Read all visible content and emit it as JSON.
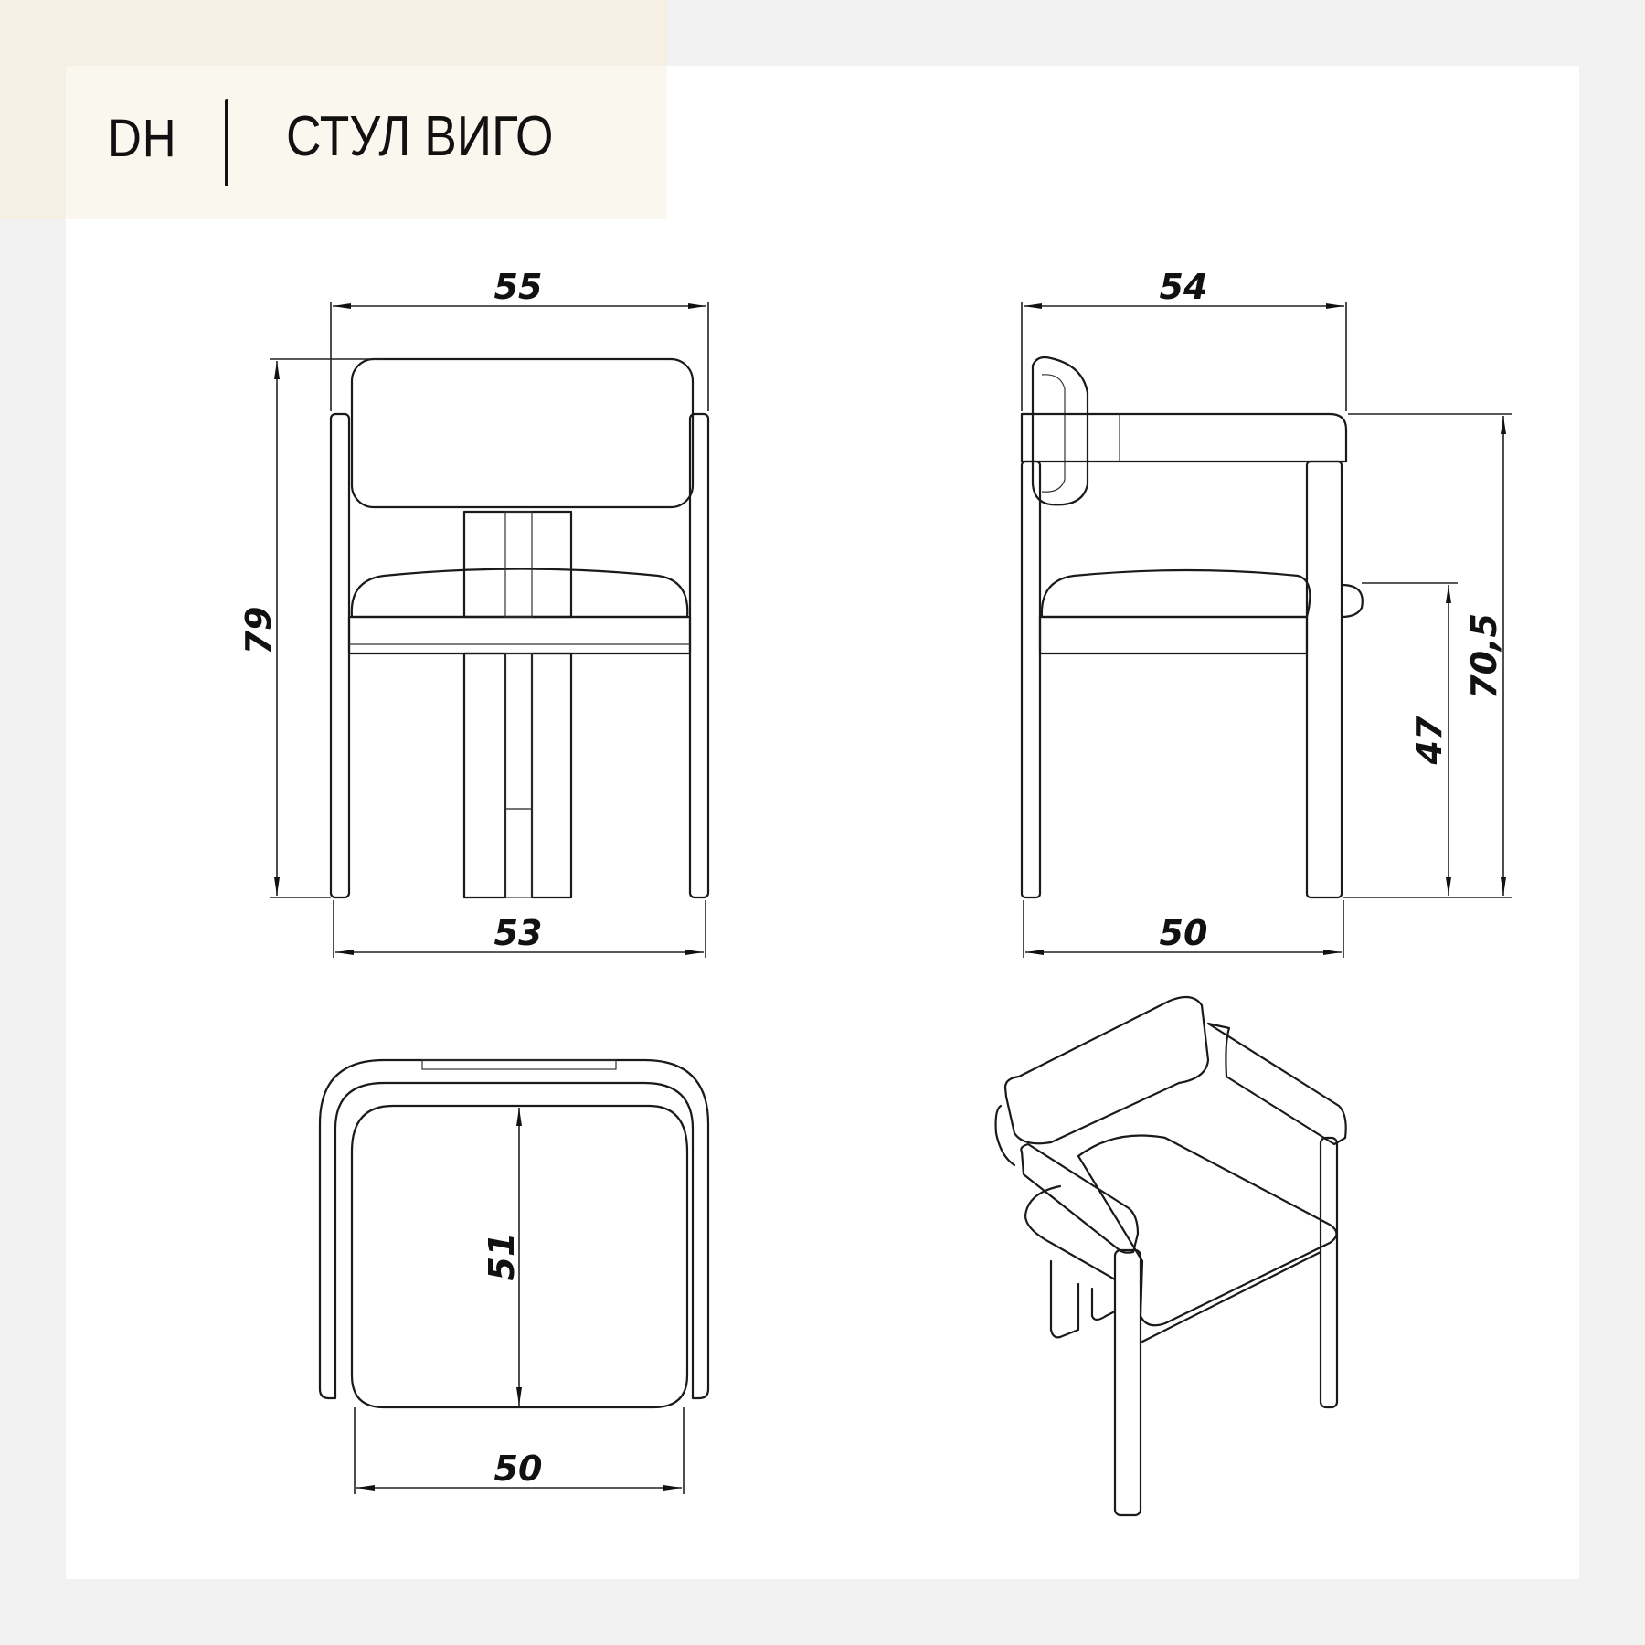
{
  "header": {
    "brand": "DH",
    "title": "СТУЛ ВИГО"
  },
  "front_view": {
    "width_top": "55",
    "height": "79",
    "width_bottom": "53"
  },
  "side_view": {
    "depth_top": "54",
    "armrest_height": "70,5",
    "seat_height": "47",
    "depth_bottom": "50"
  },
  "top_view": {
    "seat_depth": "51",
    "seat_width": "50"
  }
}
